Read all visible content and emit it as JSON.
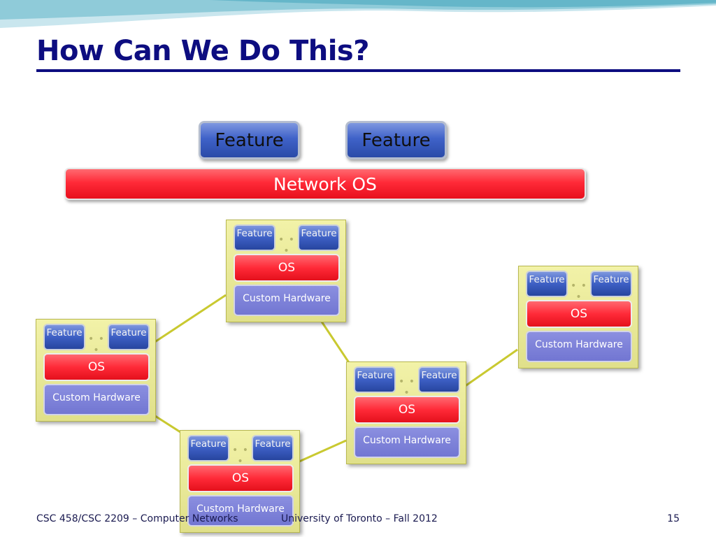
{
  "slide": {
    "title": "How Can We Do This?",
    "accent_color": "#0d0d80"
  },
  "top": {
    "features": [
      "Feature",
      "Feature"
    ],
    "network_os": "Network OS"
  },
  "nodes": [
    {
      "features": [
        "Feature",
        "Feature"
      ],
      "os": "OS",
      "hardware": "Custom Hardware"
    },
    {
      "features": [
        "Feature",
        "Feature"
      ],
      "os": "OS",
      "hardware": "Custom Hardware"
    },
    {
      "features": [
        "Feature",
        "Feature"
      ],
      "os": "OS",
      "hardware": "Custom Hardware"
    },
    {
      "features": [
        "Feature",
        "Feature"
      ],
      "os": "OS",
      "hardware": "Custom Hardware"
    },
    {
      "features": [
        "Feature",
        "Feature"
      ],
      "os": "OS",
      "hardware": "Custom Hardware"
    }
  ],
  "footer": {
    "course": "CSC 458/CSC 2209 – Computer Networks",
    "university": "University of Toronto – Fall 2012",
    "page_number": "15"
  },
  "colors": {
    "feature_blue": "#3f62c8",
    "os_red": "#ff2a38",
    "hardware_purple": "#7a7ed8",
    "node_bg": "#efefa5",
    "link": "#c9c930"
  }
}
